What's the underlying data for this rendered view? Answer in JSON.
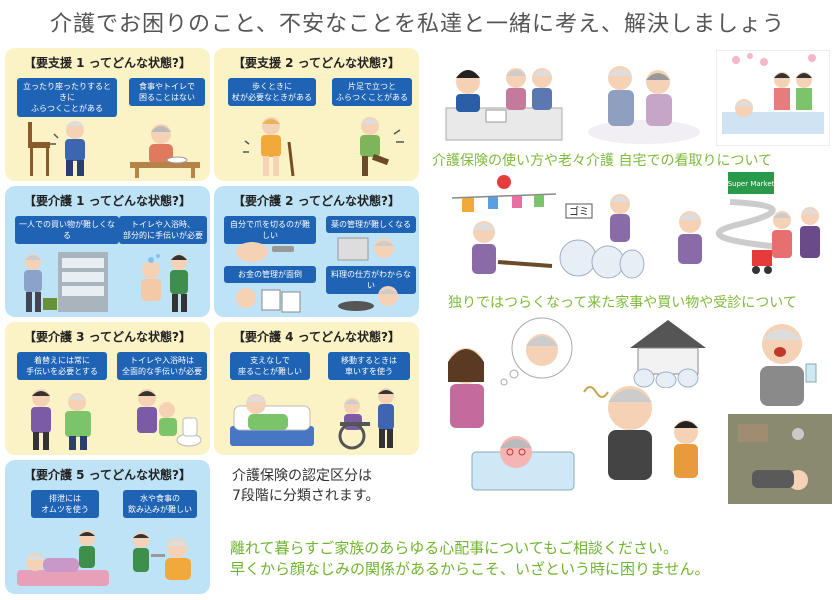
{
  "header": {
    "title": "介護でお困りのこと、不安なことを私達と一緒に考え、解決しましょう"
  },
  "cards": [
    {
      "title": "【要支援 1 ってどんな状態?】",
      "pills": [
        "立ったり座ったりするときに\nふらつくことがある",
        "食事やトイレで\n困ることはない"
      ]
    },
    {
      "title": "【要支援 2 ってどんな状態?】",
      "pills": [
        "歩くときに\n杖が必要なときがある",
        "片足で立つと\nふらつくことがある"
      ]
    },
    {
      "title": "【要介護 1 ってどんな状態?】",
      "pills": [
        "一人での買い物が難しくなる",
        "トイレや入浴時、\n部分的に手伝いが必要"
      ]
    },
    {
      "title": "【要介護 2 ってどんな状態?】",
      "pills": [
        "自分で爪を切るのが難しい",
        "薬の管理が難しくなる",
        "お金の管理が面倒",
        "料理の仕方がわからない"
      ]
    },
    {
      "title": "【要介護 3 ってどんな状態?】",
      "pills": [
        "着替えには常に\n手伝いを必要とする",
        "トイレや入浴時は\n全面的な手伝いが必要"
      ]
    },
    {
      "title": "【要介護 4 ってどんな状態?】",
      "pills": [
        "支えなしで\n座ることが難しい",
        "移動するときは\n車いすを使う"
      ]
    },
    {
      "title": "【要介護 5 ってどんな状態?】",
      "pills": [
        "排泄には\nオムツを使う",
        "水や食事の\n飲み込みが難しい"
      ]
    }
  ],
  "note": {
    "line1": "介護保険の認定区分は",
    "line2": "7段階に分類されます。"
  },
  "captions": {
    "c1": "介護保険の使い方や老々介護  自宅での看取りについて",
    "c2": "独りではつらくなって来た家事や買い物や受診について"
  },
  "signs": {
    "supermarket": "Super Market",
    "gomi": "ゴミ"
  },
  "footer": {
    "line1": "離れて暮らすご家族のあらゆる心配事についてもご相談ください。",
    "line2": "早くから顔なじみの関係があるからこそ、いざという時に困りません。"
  },
  "colors": {
    "pill": "#1f63b4",
    "support_bg": "#fbf3c6",
    "care_bg": "#bfe3f6",
    "caption": "#7dba3a"
  }
}
